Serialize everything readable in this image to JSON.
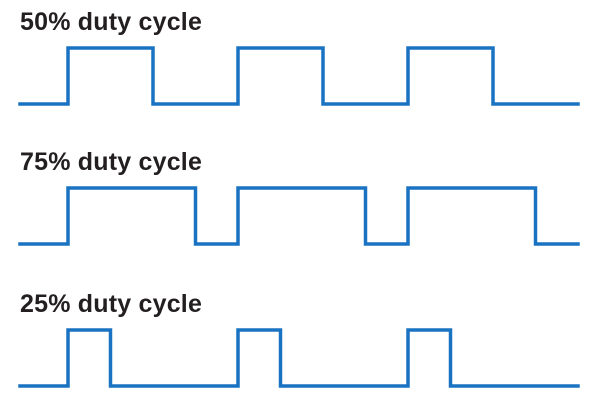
{
  "colors": {
    "waveform": "#1a73c2",
    "text": "#231f20",
    "background": "#ffffff"
  },
  "waveforms": [
    {
      "title": "50% duty cycle",
      "duty_cycle": 0.5,
      "cycles": 3
    },
    {
      "title": "75% duty cycle",
      "duty_cycle": 0.75,
      "cycles": 3
    },
    {
      "title": "25% duty cycle",
      "duty_cycle": 0.25,
      "cycles": 3
    }
  ]
}
